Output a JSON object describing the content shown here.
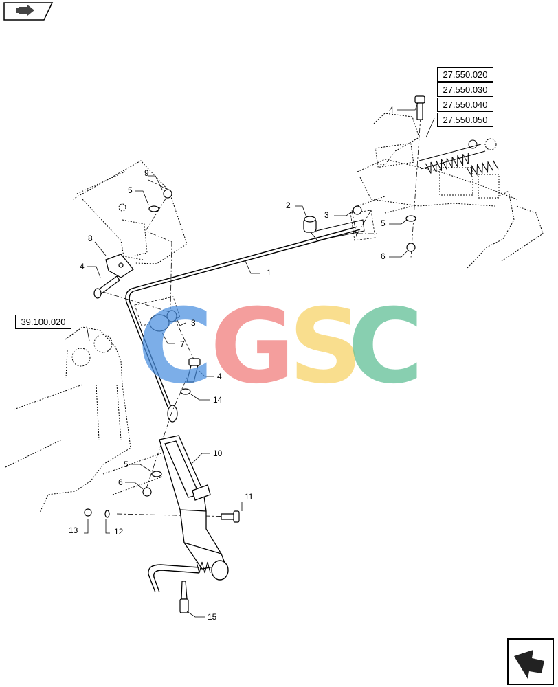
{
  "ref_codes": {
    "r1": "27.550.020",
    "r2": "27.550.030",
    "r3": "27.550.040",
    "r4": "27.550.050",
    "r5": "39.100.020"
  },
  "callouts": {
    "c1": "1",
    "c2": "2",
    "c3a": "3",
    "c3b": "3",
    "c4a": "4",
    "c4b": "4",
    "c4c": "4",
    "c5a": "5",
    "c5b": "5",
    "c5c": "5",
    "c6a": "6",
    "c6b": "6",
    "c7": "7",
    "c8": "8",
    "c9": "9",
    "c10": "10",
    "c11": "11",
    "c12": "12",
    "c13": "13",
    "c14": "14",
    "c15": "15"
  },
  "watermark": {
    "letters": [
      "C",
      "G",
      "S",
      "C"
    ],
    "colors": [
      "#4a8fe0",
      "#f07a78",
      "#f7d264",
      "#5bbd92"
    ]
  }
}
